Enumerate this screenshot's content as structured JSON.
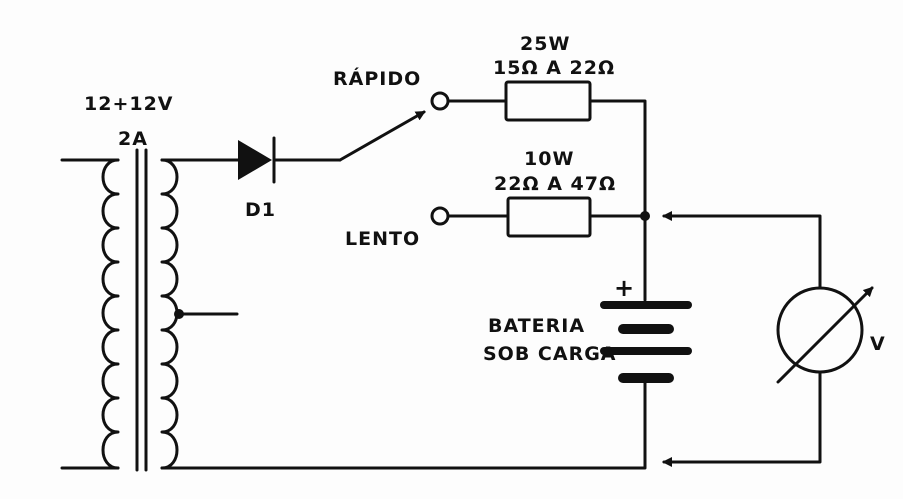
{
  "transformer": {
    "voltage": "12+12V",
    "current": "2A"
  },
  "diode": {
    "label": "D1"
  },
  "switch": {
    "fast_label": "RÁPIDO",
    "slow_label": "LENTO"
  },
  "resistor_fast": {
    "power": "25W",
    "range": "15Ω A 22Ω"
  },
  "resistor_slow": {
    "power": "10W",
    "range": "22Ω A 47Ω"
  },
  "battery": {
    "polarity": "+",
    "label_line1": "BATERIA",
    "label_line2": "SOB CARGA"
  },
  "voltmeter": {
    "label": "V"
  }
}
